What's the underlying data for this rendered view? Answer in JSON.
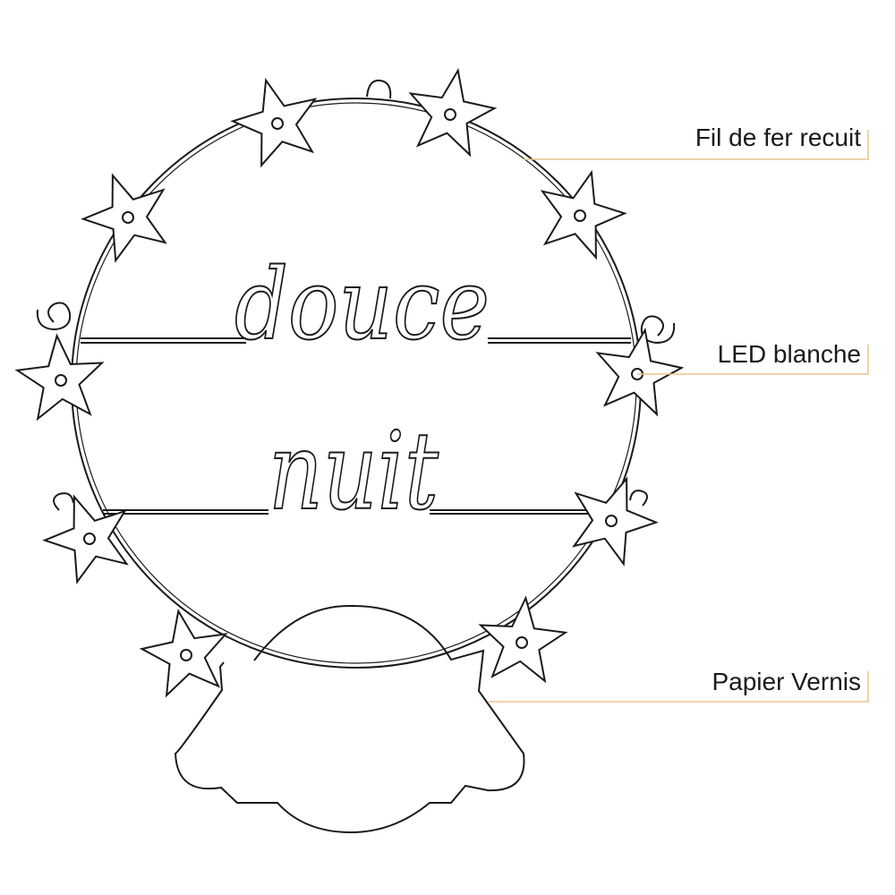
{
  "diagram": {
    "script_words": [
      "douce",
      "nuit"
    ],
    "labels": [
      {
        "id": "wire",
        "text": "Fil de fer recuit"
      },
      {
        "id": "led",
        "text": "LED blanche"
      },
      {
        "id": "paper",
        "text": "Papier Vernis"
      }
    ],
    "colors": {
      "outline": "#1a1a1a",
      "leader_line": "#e6c48f"
    }
  }
}
